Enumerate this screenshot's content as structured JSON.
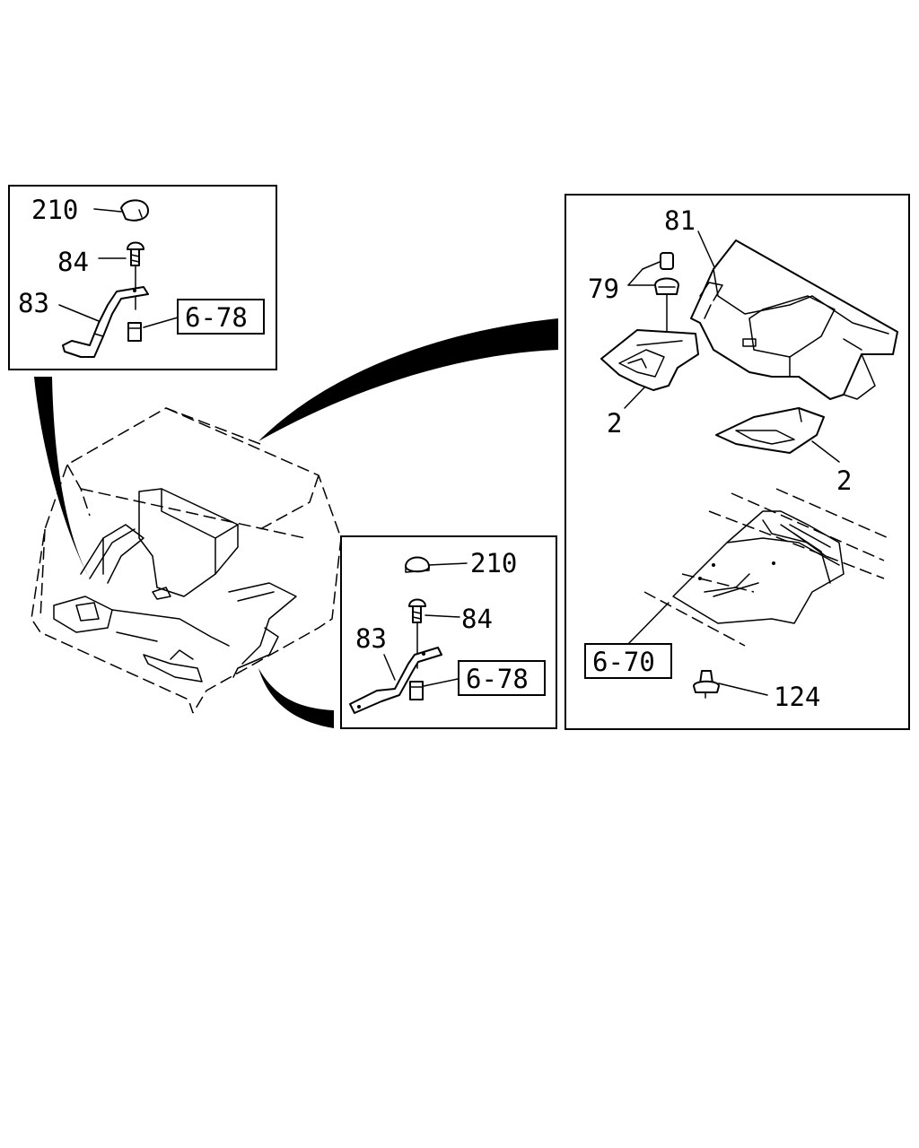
{
  "diagram": {
    "inset_top_left": {
      "label_210": "210",
      "label_84": "84",
      "label_83": "83",
      "ref_6_78": "6-78"
    },
    "inset_bottom_center": {
      "label_210": "210",
      "label_84": "84",
      "label_83": "83",
      "ref_6_78": "6-78"
    },
    "inset_right": {
      "label_81": "81",
      "label_79": "79",
      "label_2_a": "2",
      "label_2_b": "2",
      "ref_6_70": "6-70",
      "label_124": "124"
    }
  }
}
